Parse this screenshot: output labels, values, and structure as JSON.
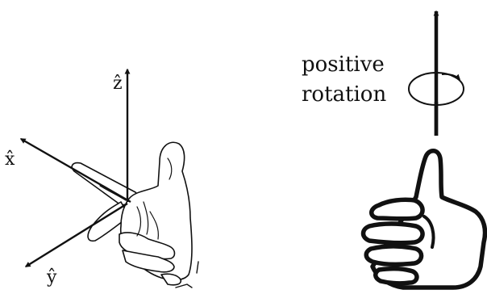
{
  "left_panel": {
    "axes": {
      "z_label": "ẑ",
      "x_label": "x̂",
      "y_label": "ŷ"
    }
  },
  "right_panel": {
    "caption_line1": "positive",
    "caption_line2": "rotation"
  },
  "colors": {
    "ink": "#111111",
    "background": "#ffffff"
  }
}
